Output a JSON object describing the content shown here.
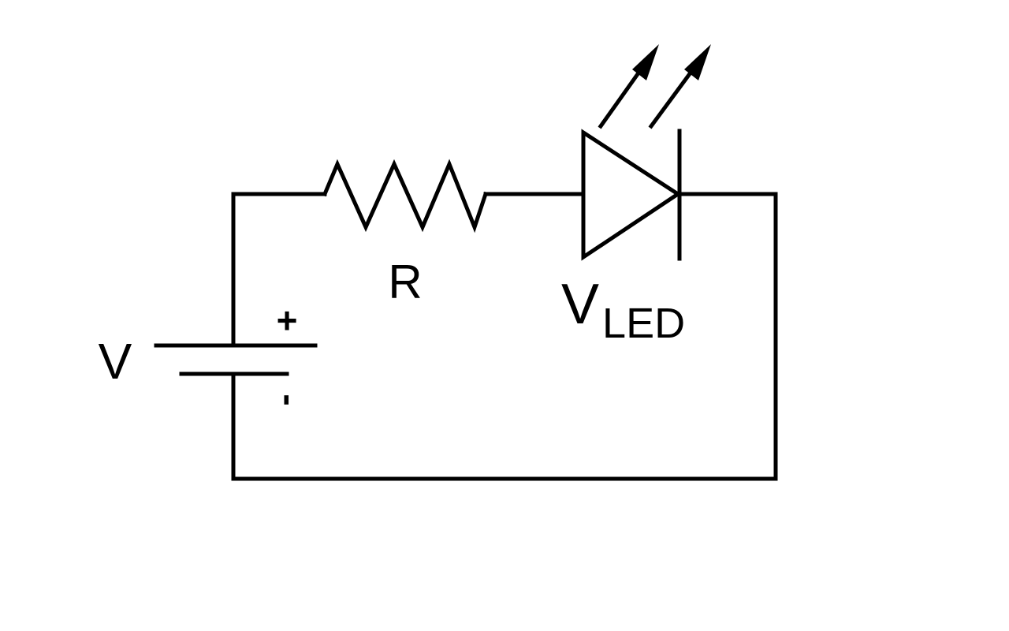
{
  "diagram": {
    "stroke_color": "#000000",
    "background": "#ffffff",
    "components": {
      "battery": {
        "label": "V",
        "plus_sign": "+",
        "minus_sign": "-"
      },
      "resistor": {
        "label": "R"
      },
      "led": {
        "label_main": "V",
        "label_sub": "LED",
        "icon": "led-diode-icon",
        "emission_icon": "light-emission-arrows-icon"
      }
    }
  }
}
